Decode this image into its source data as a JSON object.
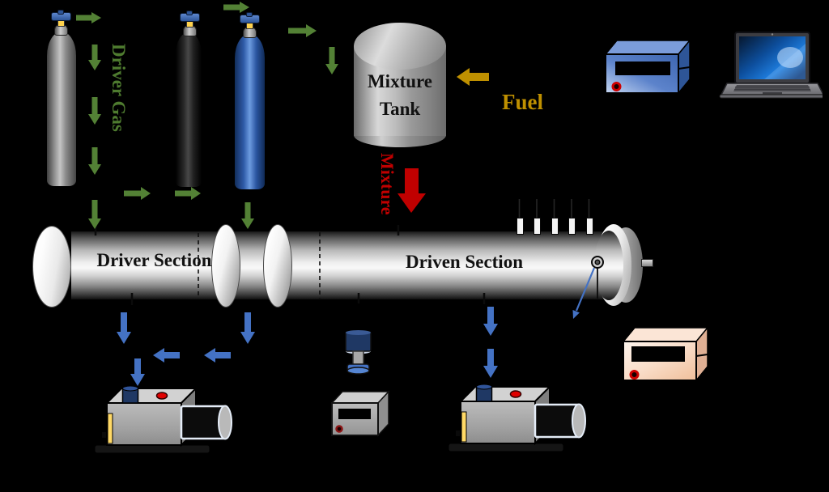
{
  "scene": "shock-tube-experimental-setup-schematic",
  "labels": {
    "driver_gas": "Driver Gas",
    "tank_line1": "Mixture",
    "tank_line2": "Tank",
    "fuel": "Fuel",
    "mixture": "Mixture",
    "driver_section": "Driver Section",
    "driven_section": "Driven Section"
  },
  "colors": {
    "background": "#000000",
    "gas_arrow_green": "#538135",
    "driver_gas_text_green": "#4E7B2F",
    "vacuum_arrow_blue": "#4472C4",
    "mixture_red": "#C00000",
    "fuel_gold": "#BF9000",
    "cylinder_blue": "#2F5BA8",
    "navy": "#1F3864",
    "valve_yellow": "#FFD24D",
    "instrument_beige": "#F8CBAD",
    "pump_gray": "#A6A6A6"
  },
  "equipment": {
    "cylinders": [
      "gas-cylinder-gray",
      "gas-cylinder-black",
      "gas-cylinder-blue"
    ],
    "tank": "mixture-tank",
    "tube": [
      "driver-section",
      "diaphragm-flanges",
      "driven-section",
      "pressure-ports",
      "end-sensor-port"
    ],
    "instruments": [
      "blue-control-box",
      "laptop-computer",
      "beige-control-box",
      "vacuum-gauge-head",
      "gauge-readout-box"
    ],
    "pumps": [
      "vacuum-pump-left",
      "vacuum-pump-right"
    ]
  }
}
